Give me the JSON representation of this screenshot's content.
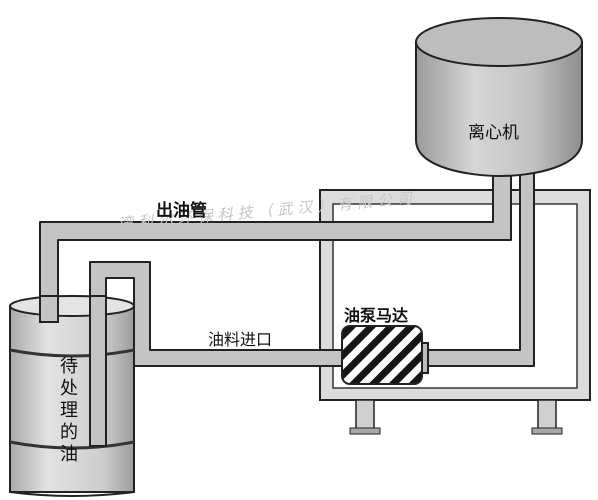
{
  "labels": {
    "centrifuge": "离心机",
    "oil_outlet_pipe": "出油管",
    "oil_inlet": "油料进口",
    "oil_pump_motor": "油泵马达",
    "oil_to_treat": "待处理的油"
  },
  "watermark": "湾利尔环保科技（武汉）有限公司",
  "colors": {
    "pipe_fill": "#c7c7c7",
    "pipe_stroke": "#222222",
    "centrifuge_fill": "#b3b3b3",
    "barrel_fill": "#cfcfcf"
  }
}
